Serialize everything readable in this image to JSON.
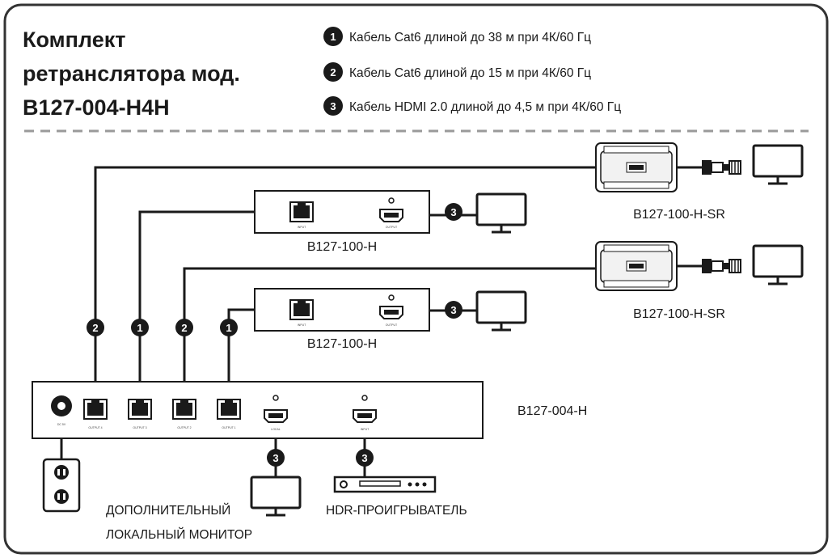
{
  "title": {
    "lines": [
      "Комплект",
      "ретранслятора мод.",
      "B127-004-H4H"
    ]
  },
  "legend": [
    {
      "number": "1",
      "text": "Кабель Cat6 длиной до 38 м при 4К/60 Гц"
    },
    {
      "number": "2",
      "text": "Кабель Cat6 длиной до 15 м при 4К/60 Гц"
    },
    {
      "number": "3",
      "text": "Кабель HDMI 2.0 длиной до 4,5 м при 4К/60 Гц"
    }
  ],
  "devices": {
    "splitter": "B127-004-H",
    "receiver_top": "B127-100-H",
    "receiver_bottom": "B127-100-H",
    "sr_top": "B127-100-H-SR",
    "sr_bottom": "B127-100-H-SR"
  },
  "bottom_labels": {
    "local_monitor_line1": "ДОПОЛНИТЕЛЬНЫЙ",
    "local_monitor_line2": "ЛОКАЛЬНЫЙ МОНИТОР",
    "hdr_player": "HDR-ПРОИГРЫВАТЕЛЬ"
  },
  "cable_badges": {
    "c2_left": "2",
    "c1_left": "1",
    "c2_mid": "2",
    "c1_mid": "1",
    "c3_rx_top": "3",
    "c3_rx_bottom": "3",
    "c3_local": "3",
    "c3_player": "3"
  },
  "port_labels": {
    "power": "DC 5V",
    "out4": "OUTPUT 4",
    "out3": "OUTPUT 3",
    "out2": "OUTPUT 2",
    "out1": "OUTPUT 1",
    "local": "LOCAL",
    "input": "INPUT",
    "rx_top_in": "INPUT",
    "rx_top_out": "OUTPUT",
    "rx_bot_in": "INPUT",
    "rx_bot_out": "OUTPUT"
  },
  "colors": {
    "ink": "#1a1a1a",
    "frame": "#333333",
    "divider": "#9a9a9a",
    "badge": "#1a1a1a"
  }
}
